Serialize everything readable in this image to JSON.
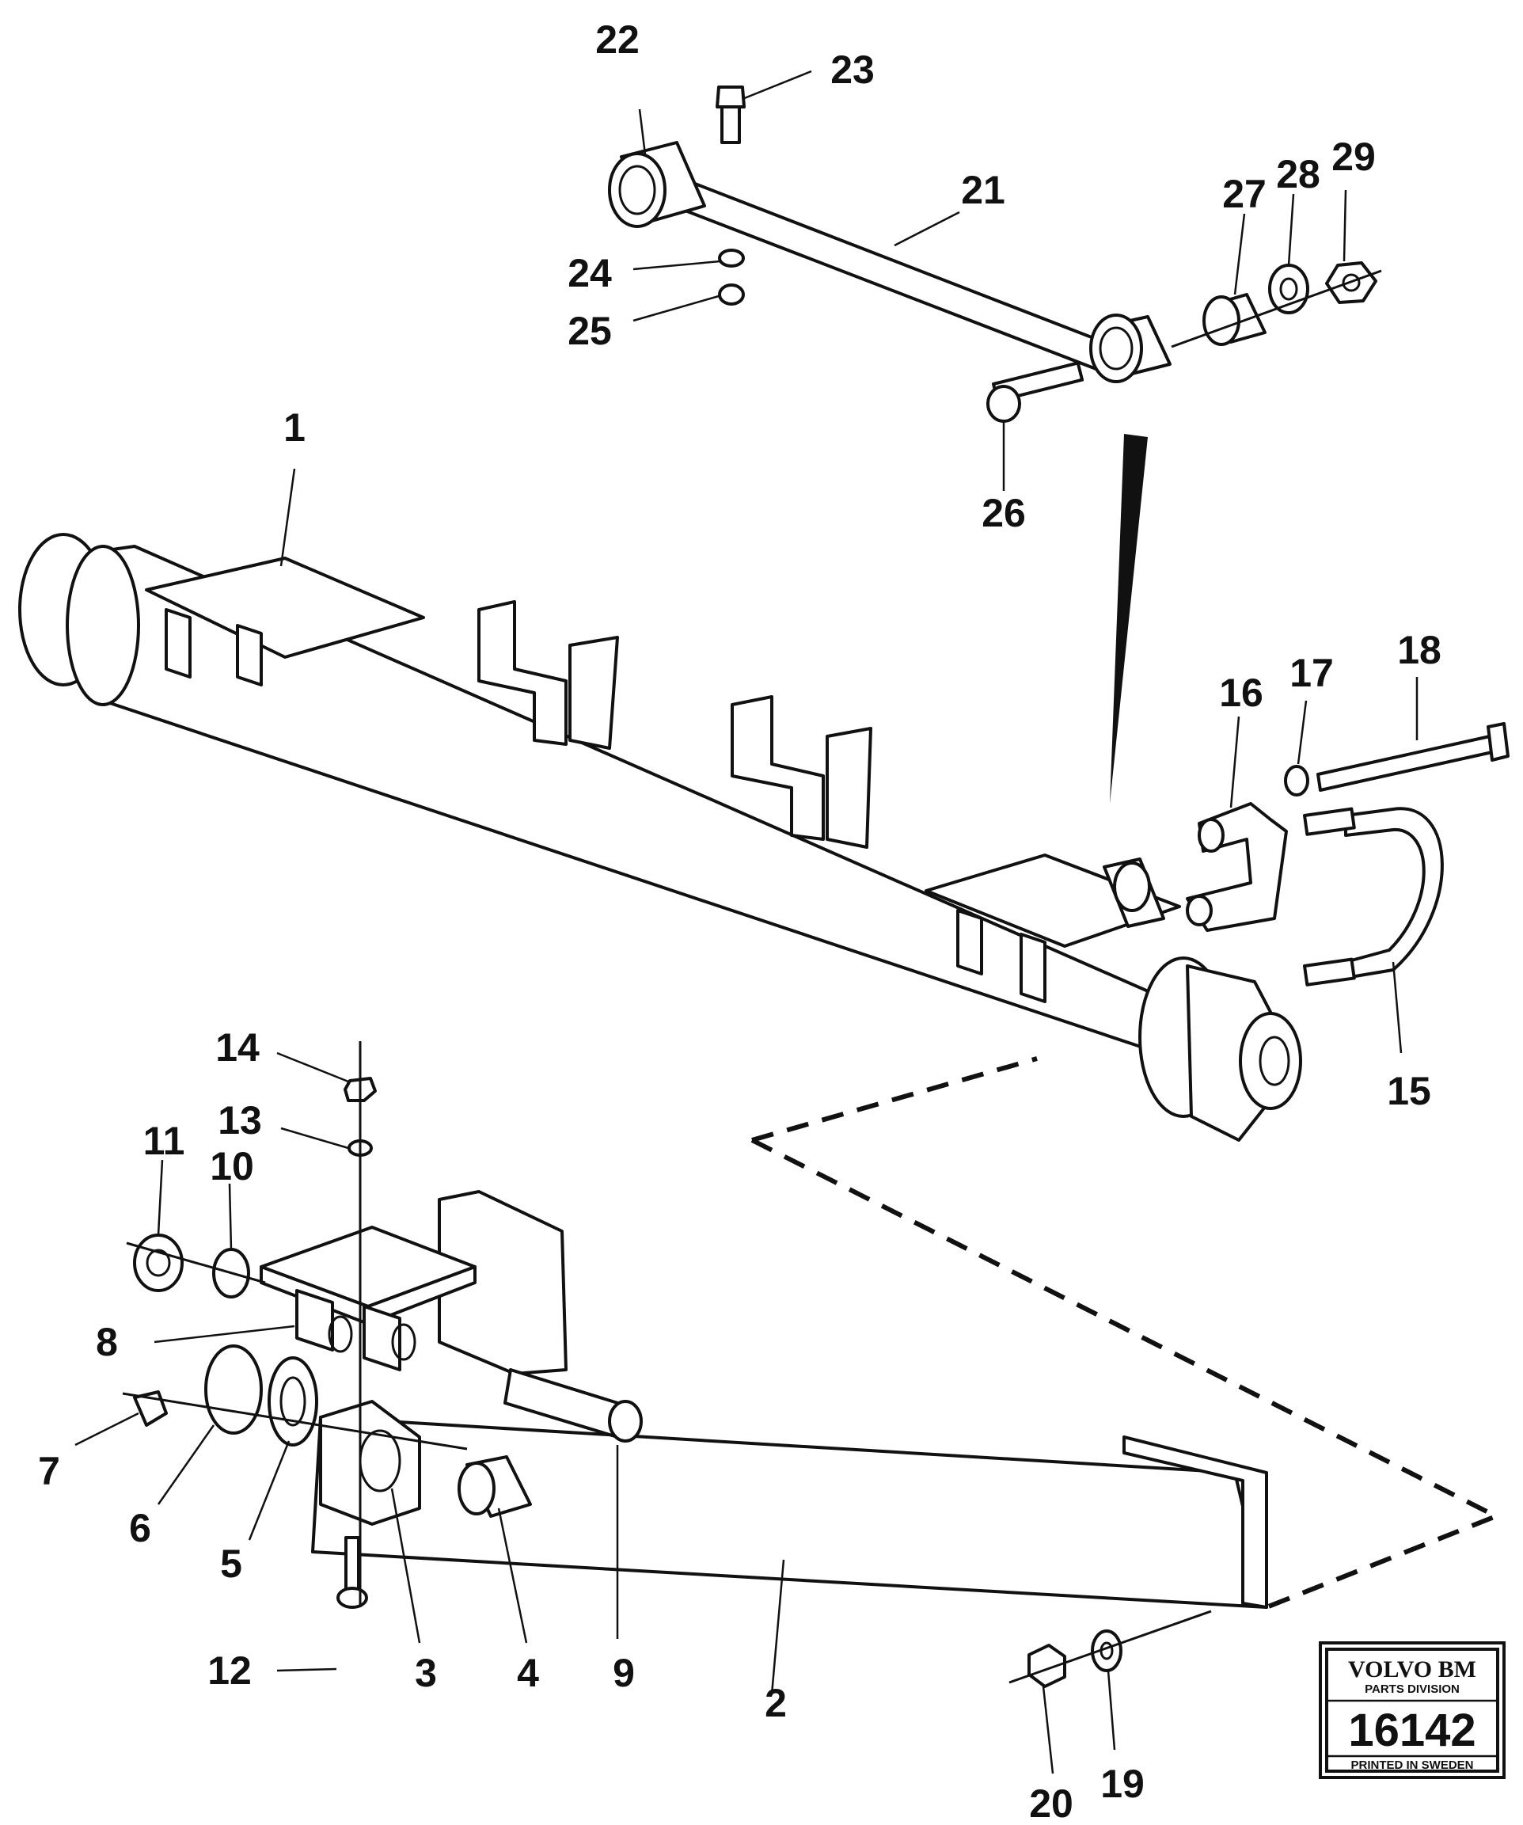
{
  "callouts": {
    "c1": "1",
    "c2": "2",
    "c3": "3",
    "c4": "4",
    "c5": "5",
    "c6": "6",
    "c7": "7",
    "c8": "8",
    "c9": "9",
    "c10": "10",
    "c11": "11",
    "c12": "12",
    "c13": "13",
    "c14": "14",
    "c15": "15",
    "c16": "16",
    "c17": "17",
    "c18": "18",
    "c19": "19",
    "c20": "20",
    "c21": "21",
    "c22": "22",
    "c23": "23",
    "c24": "24",
    "c25": "25",
    "c26": "26",
    "c27": "27",
    "c28": "28",
    "c29": "29"
  },
  "badge": {
    "brand": "VOLVO BM",
    "division": "PARTS DIVISION",
    "number": "16142",
    "printed": "PRINTED IN SWEDEN"
  }
}
